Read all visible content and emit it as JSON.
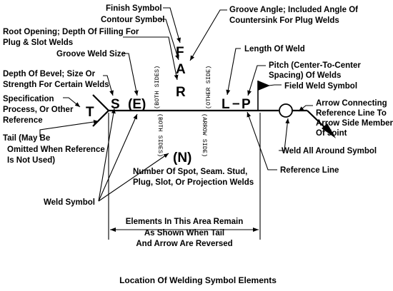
{
  "labels": {
    "finish": "Finish Symbol",
    "contour": "Contour Symbol",
    "groove_angle_1": "Groove Angle; Included Angle Of",
    "groove_angle_2": "Countersink For Plug Welds",
    "root_opening_1": "Root Opening; Depth Of Filling For",
    "root_opening_2": "Plug & Slot Welds",
    "length": "Length Of Weld",
    "pitch_1": "Pitch (Center-To-Center",
    "pitch_2": "Spacing) Of Welds",
    "groove_size": "Groove Weld Size",
    "field_weld": "Field Weld Symbol",
    "bevel_1": "Depth Of Bevel; Size Or",
    "bevel_2": "Strength For Certain Welds",
    "spec_1": "Specification",
    "spec_2": "Process, Or Other",
    "spec_3": "Reference",
    "arrow_1": "Arrow Connecting",
    "arrow_2": "Reference Line To",
    "arrow_3": "Arrow Side Member",
    "arrow_4": "Of Joint",
    "tail_1": "Tail (May Be",
    "tail_2": "Omitted When Reference",
    "tail_3": "Is Not Used)",
    "weld_all_around": "Weld All Around Symbol",
    "reference_line": "Reference Line",
    "number_1": "Number Of Spot, Seam. Stud,",
    "number_2": "Plug, Slot, Or Projection Welds",
    "weld_symbol": "Weld Symbol",
    "elements_1": "Elements In This Area Remain",
    "elements_2": "As Shown When Tail",
    "elements_3": "And Arrow Are Reversed"
  },
  "letters": {
    "F": "F",
    "A": "A",
    "R": "R",
    "S": "S",
    "E": "(E)",
    "T": "T",
    "L": "L",
    "dash": "–",
    "P": "P",
    "N": "(N)"
  },
  "vertical_text": {
    "both_sides": "(BOTH SIDES)",
    "other_side": "(OTHER SIDE)",
    "arrow_side": "(ARROW SIDE)"
  },
  "caption": "Location Of Welding Symbol Elements"
}
